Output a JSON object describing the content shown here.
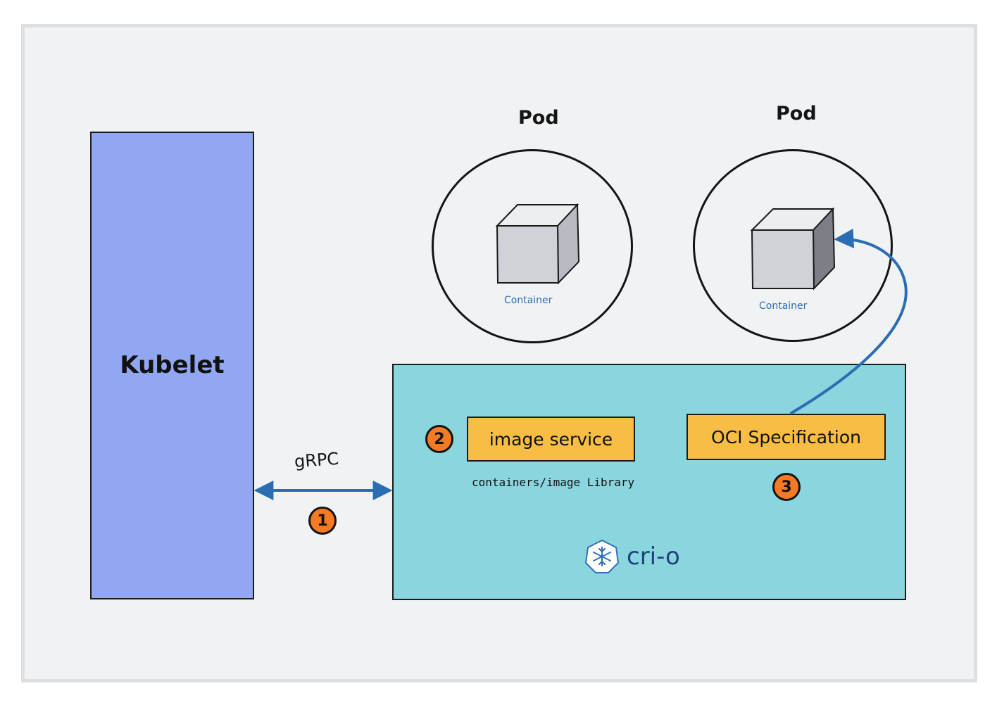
{
  "kubelet": {
    "label": "Kubelet"
  },
  "grpc": {
    "label": "gRPC",
    "step": "1"
  },
  "crio": {
    "logo_text": "cri-o",
    "image_service": {
      "label": "image service",
      "step": "2",
      "sublabel": "containers/image Library"
    },
    "oci_spec": {
      "label": "OCI Specification",
      "step": "3"
    }
  },
  "pods": [
    {
      "title": "Pod",
      "container_label": "Container"
    },
    {
      "title": "Pod",
      "container_label": "Container"
    }
  ],
  "colors": {
    "kubelet": "#91a7f2",
    "crio": "#8ad6df",
    "highlight_box": "#f8bd45",
    "badge": "#f47a24",
    "arrow": "#2a6db3"
  },
  "icons": [
    "cube-icon",
    "crio-logo-icon"
  ]
}
